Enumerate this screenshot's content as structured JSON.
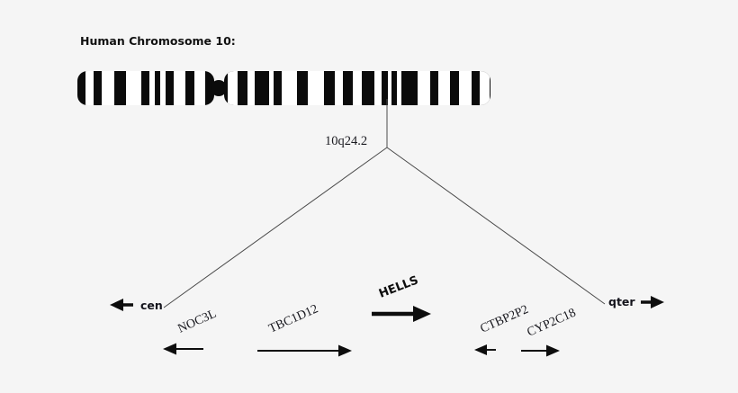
{
  "header": {
    "title": "Human Chromosome 10:"
  },
  "ideogram": {
    "band_callout_label": "10q24.2",
    "centromere_name": "centromere-dot",
    "p_arm_name": "p-arm",
    "q_arm_name": "q-arm"
  },
  "map": {
    "left_terminus_label": "cen",
    "right_terminus_label": "qter"
  },
  "genes": [
    {
      "name": "NOC3L",
      "label": "NOC3L",
      "strand": "minus",
      "emphasis": "normal"
    },
    {
      "name": "TBC1D12",
      "label": "TBC1D12",
      "strand": "plus",
      "emphasis": "normal"
    },
    {
      "name": "HELLS",
      "label": "HELLS",
      "strand": "plus",
      "emphasis": "bold"
    },
    {
      "name": "CTBP2P2",
      "label": "CTBP2P2",
      "strand": "minus",
      "emphasis": "normal"
    },
    {
      "name": "CYP2C18",
      "label": "CYP2C18",
      "strand": "plus",
      "emphasis": "normal"
    }
  ],
  "colors": {
    "background": "#f5f5f5",
    "band_dark": "#0b0b0b",
    "band_light": "#ffffff",
    "outline": "#0b0b0b",
    "leader": "#4a4a4a",
    "text": "#111111"
  }
}
